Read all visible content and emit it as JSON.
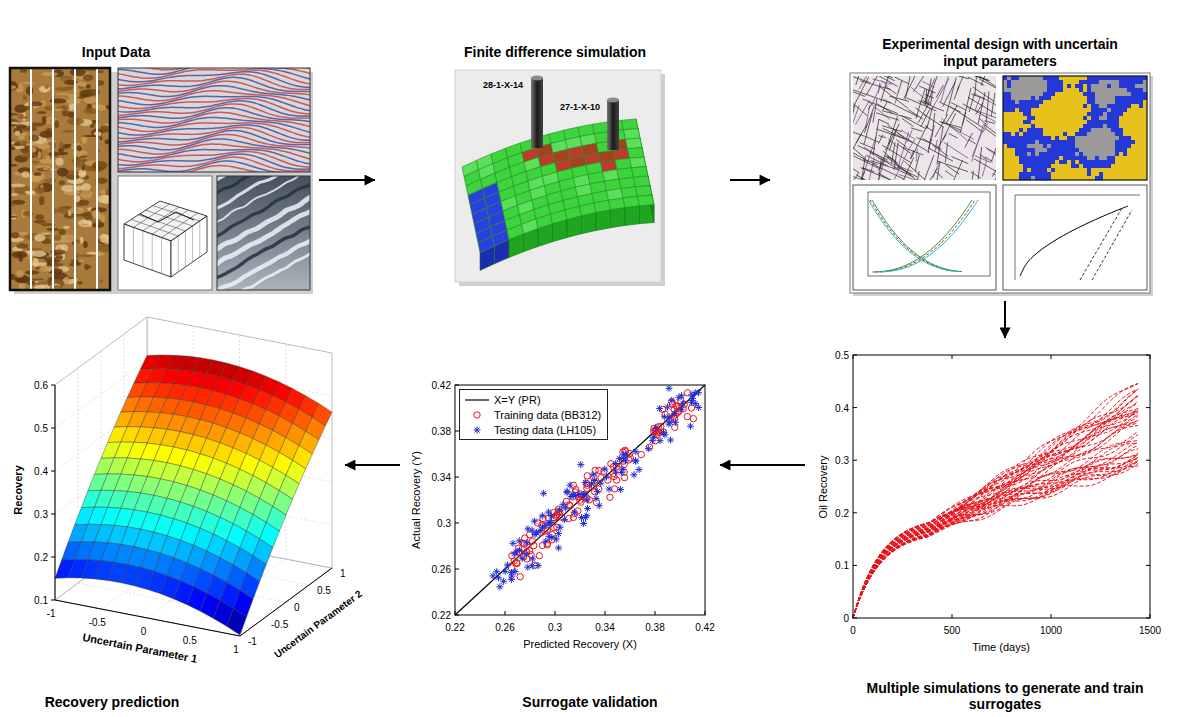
{
  "diagram": {
    "nodes": [
      {
        "text": [
          "Input Data"
        ]
      },
      {
        "text": [
          "Finite difference simulation"
        ]
      },
      {
        "text": [
          "Experimental design with uncertain input parameters"
        ]
      },
      {
        "text": [
          "Recovery prediction"
        ]
      },
      {
        "text": [
          "Surrogate validation"
        ]
      },
      {
        "text": [
          "Multiple simulations to generate and train surrogates"
        ]
      }
    ],
    "edges": [
      {
        "from": 0,
        "to": 1,
        "arrow": "to"
      },
      {
        "from": 1,
        "to": 2,
        "arrow": "to"
      },
      {
        "from": 2,
        "to": 5,
        "arrow": "to"
      },
      {
        "from": 5,
        "to": 4,
        "arrow": "to"
      },
      {
        "from": 4,
        "to": 3,
        "arrow": "to"
      }
    ],
    "labels": [
      "28-1-X-14",
      "27-1-X-10",
      "Recovery",
      "0.1",
      "0.2",
      "0.3",
      "0.4",
      "0.5",
      "0.6",
      "-1",
      "-0.5",
      "0",
      "0.5",
      "1",
      "Uncertain Parameter 1",
      "-1",
      "-0.5",
      "0",
      "0.5",
      "1",
      "Uncertain Parameter 2",
      "0.42",
      "0.38",
      "0.34",
      "0.3",
      "0.26",
      "0.22",
      "Actual Recovery (Y)",
      "0.22",
      "0.26",
      "0.3",
      "0.34",
      "0.38",
      "0.42",
      "Predicted Recovery (X)",
      "0.5",
      "0.4",
      "0.3",
      "0.2",
      "0.1",
      "0",
      "Oil Recovery",
      "0",
      "500",
      "1000",
      "1500",
      "Time (days)"
    ],
    "legend": [
      {
        "text": "X=Y (PR)"
      },
      {
        "text": "Training data (BB312)"
      },
      {
        "text": "Testing data (LH105)"
      }
    ]
  }
}
